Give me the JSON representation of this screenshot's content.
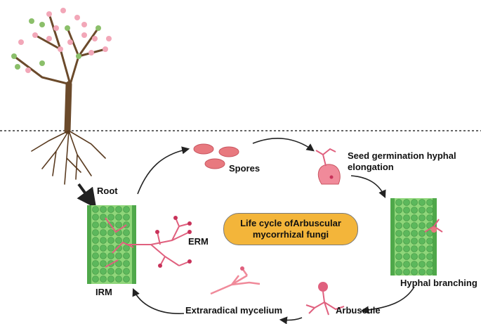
{
  "labels": {
    "root": "Root",
    "spores": "Spores",
    "germination_line1": "Seed germination hyphal",
    "germination_line2": "elongation",
    "hyphal_branching": "Hyphal branching",
    "arbuscule": "Arbuscule",
    "extraradical_mycelium": "Extraradical mycelium",
    "irm": "IRM",
    "erm": "ERM"
  },
  "center_title": {
    "line1": "Life cycle ofArbuscular",
    "line2": "mycorrhizal fungi"
  },
  "colors": {
    "root_green": "#7fcf6a",
    "cell_green": "#5cb85c",
    "fungus_pink": "#e0607e",
    "spore_pink": "#e8797f",
    "title_pill": "#f3b53a",
    "arrow": "#222222",
    "tree_brown": "#6b4a2b"
  }
}
